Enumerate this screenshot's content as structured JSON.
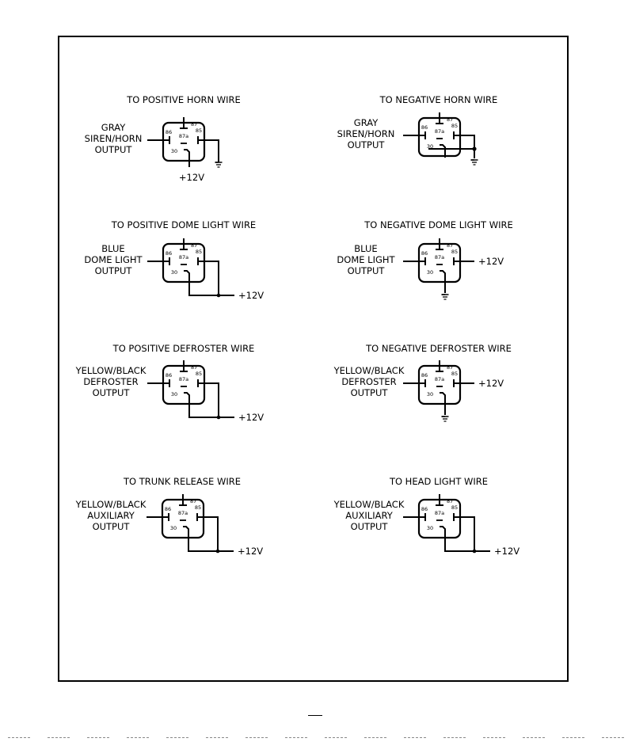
{
  "pin_labels": {
    "p86": "86",
    "p87": "87",
    "p87a": "87a",
    "p85": "85",
    "p30": "30"
  },
  "relays": [
    {
      "title": "TO POSITIVE HORN WIRE",
      "input": [
        "GRAY",
        "SIREN/HORN",
        "OUTPUT"
      ],
      "voltage": "+12V",
      "variant": "pos-horn"
    },
    {
      "title": "TO NEGATIVE HORN WIRE",
      "input": [
        "GRAY",
        "SIREN/HORN",
        "OUTPUT"
      ],
      "voltage": "",
      "variant": "neg-horn"
    },
    {
      "title": "TO POSITIVE DOME LIGHT WIRE",
      "input": [
        "BLUE",
        "DOME LIGHT",
        "OUTPUT"
      ],
      "voltage": "+12V",
      "variant": "pos"
    },
    {
      "title": "TO NEGATIVE DOME LIGHT WIRE",
      "input": [
        "BLUE",
        "DOME LIGHT",
        "OUTPUT"
      ],
      "voltage": "+12V",
      "variant": "neg"
    },
    {
      "title": "TO POSITIVE DEFROSTER WIRE",
      "input": [
        "YELLOW/BLACK",
        "DEFROSTER",
        "OUTPUT"
      ],
      "voltage": "+12V",
      "variant": "pos"
    },
    {
      "title": "TO NEGATIVE DEFROSTER WIRE",
      "input": [
        "YELLOW/BLACK",
        "DEFROSTER",
        "OUTPUT"
      ],
      "voltage": "+12V",
      "variant": "neg"
    },
    {
      "title": "TO TRUNK RELEASE WIRE",
      "input": [
        "YELLOW/BLACK",
        "AUXILIARY",
        "OUTPUT"
      ],
      "voltage": "+12V",
      "variant": "pos"
    },
    {
      "title": "TO HEAD LIGHT WIRE",
      "input": [
        "YELLOW/BLACK",
        "AUXILIARY",
        "OUTPUT"
      ],
      "voltage": "+12V",
      "variant": "pos"
    }
  ]
}
